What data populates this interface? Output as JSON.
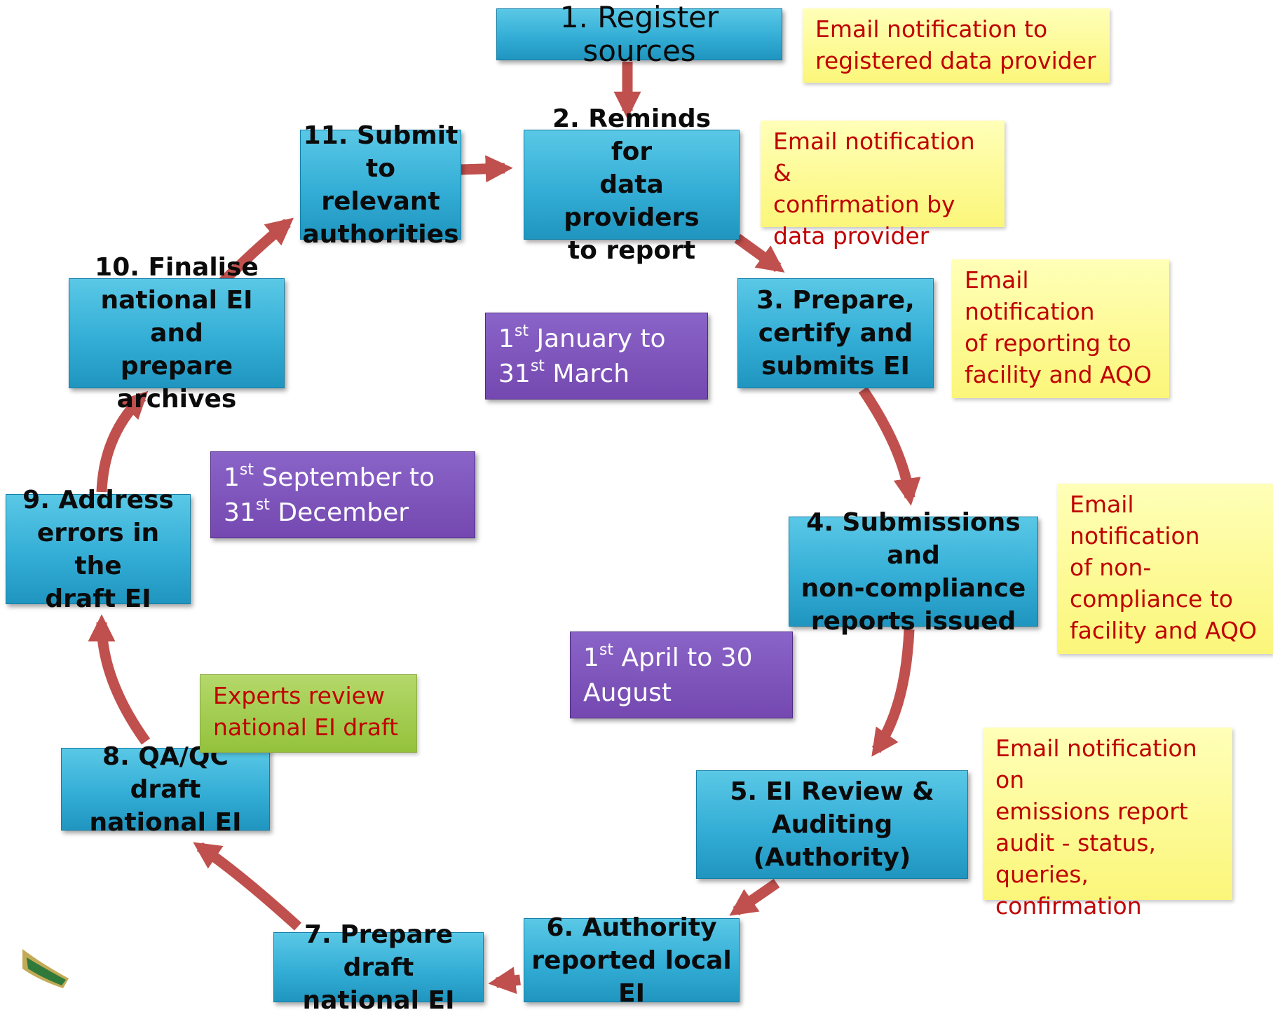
{
  "colors": {
    "box_fill": "#34aed6",
    "box_border": "#127fa6",
    "arrow": "#c0504d",
    "note_text": "#c00000",
    "note_yellow": "#fbf67a",
    "note_green": "#94c23c",
    "period_fill": "#7448b0"
  },
  "steps": [
    "1. Register sources",
    "2. Reminds  for\ndata providers\nto report",
    "3. Prepare,\ncertify and\nsubmits EI",
    "4. Submissions and\nnon-compliance\nreports issued",
    "5. EI Review &\nAuditing (Authority)",
    "6. Authority\nreported local EI",
    "7. Prepare draft\nnational EI",
    "8. QA/QC draft\nnational EI",
    "9. Address\nerrors in the\ndraft EI",
    "10. Finalise\nnational EI and\nprepare archives",
    "11. Submit\nto relevant\nauthorities"
  ],
  "notes": [
    "Email notification to\nregistered data provider",
    "Email notification &\nconfirmation by\ndata provider",
    "Email notification\nof reporting to\nfacility and AQO",
    "Email notification\nof non-\ncompliance to\nfacility and AQO",
    "Email notification on\nemissions report\naudit -  status,\nqueries,\nconfirmation",
    "Experts review\nnational EI draft"
  ],
  "periods": [
    {
      "line1": {
        "d": "1",
        "s": "st",
        "t": " January to"
      },
      "line2": {
        "d": "31",
        "s": "st",
        "t": " March"
      }
    },
    {
      "line1": {
        "d": "1",
        "s": "st",
        "t": " April to 30"
      },
      "line2": {
        "d": "",
        "s": "",
        "t": "August"
      }
    },
    {
      "line1": {
        "d": "1",
        "s": "st",
        "t": " September to"
      },
      "line2": {
        "d": "31",
        "s": "st",
        "t": " December"
      }
    }
  ]
}
